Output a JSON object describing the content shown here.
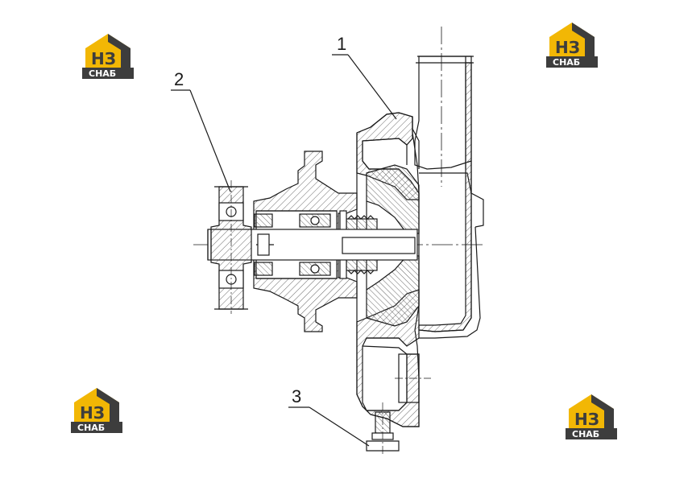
{
  "callouts": [
    {
      "id": "1",
      "label": "1"
    },
    {
      "id": "2",
      "label": "2"
    },
    {
      "id": "3",
      "label": "3"
    }
  ],
  "watermark": {
    "primary": "НЗ",
    "secondary": "СНАБ",
    "colors": {
      "gold": "#f2b705",
      "dark": "#3d3d3d",
      "white": "#ffffff"
    }
  },
  "drawing": {
    "line_color": "#1a1a1a",
    "hatch_color": "#444444"
  }
}
